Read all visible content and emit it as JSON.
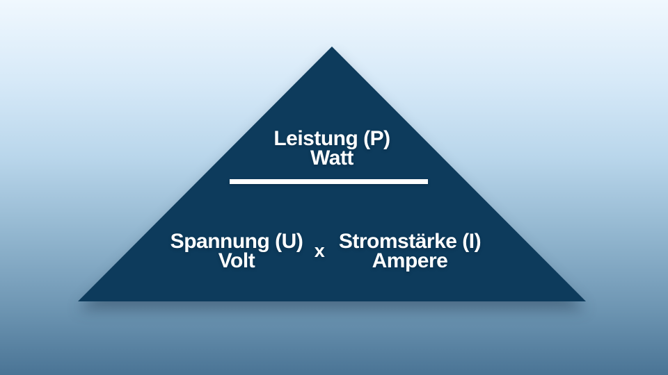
{
  "slide": {
    "type": "formula-triangle",
    "title_block": {
      "line1": "Leistung (P)",
      "line2": "Watt"
    },
    "left_block": {
      "line1": "Spannung (U)",
      "line2": "Volt"
    },
    "operator": "x",
    "right_block": {
      "line1": "Stromstärke (I)",
      "line2": "Ampere"
    },
    "colors": {
      "triangle_fill": "#0d3b5c",
      "text": "#ffffff",
      "divider": "#ffffff",
      "background_gradient_top": "#f0f8fe",
      "background_gradient_bottom": "#4a7495"
    }
  }
}
